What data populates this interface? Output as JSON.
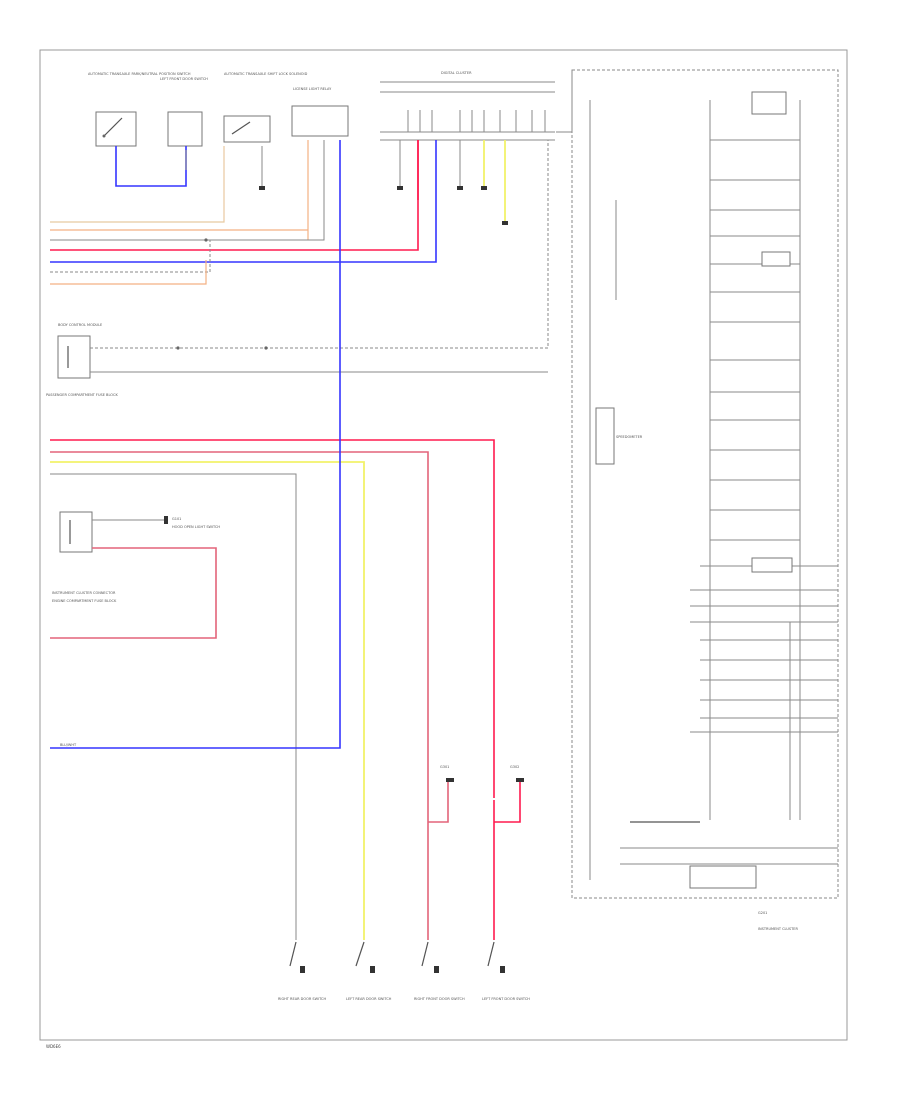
{
  "diagram": {
    "footer_code": "WD6E6",
    "colors": {
      "red": "#ff1a4f",
      "pink": "#e3647a",
      "blue": "#3535ff",
      "yellow": "#f2f26a",
      "orange": "#f4b183",
      "gray": "#8a8a8a"
    },
    "labels": {
      "top_switch_1": "AUTOMATIC TRANSAXLE PARK/NEUTRAL POSITION SWITCH",
      "top_switch_2": "LEFT FRONT DOOR SWITCH",
      "top_switch_3": "AUTOMATIC TRANSAXLE SHIFT LOCK SOLENOID",
      "top_module_4": "LICENSE LIGHT RELAY",
      "top_connector": "DIGITAL CLUSTER",
      "left_module_1": "BODY CONTROL MODULE",
      "left_module_2": "PASSENGER COMPARTMENT FUSE BLOCK",
      "left_module_3": "ENGINE COMPARTMENT FUSE BLOCK",
      "mid_ground": "G101",
      "mid_label": "HOOD OPEN LIGHT SWITCH",
      "mid_label_2": "INSTRUMENT CLUSTER CONNECTOR",
      "blue_wire_label": "BLU/WHT",
      "rear_door_1": "RIGHT REAR DOOR SWITCH",
      "rear_door_2": "LEFT REAR DOOR SWITCH",
      "rear_door_3": "RIGHT FRONT DOOR SWITCH",
      "rear_door_4": "LEFT FRONT DOOR SWITCH",
      "ground_a": "G301",
      "ground_b": "G302",
      "cluster_title": "INSTRUMENT CLUSTER",
      "cluster_footer": "G201",
      "cluster_mid": "SPEEDOMETER"
    }
  }
}
